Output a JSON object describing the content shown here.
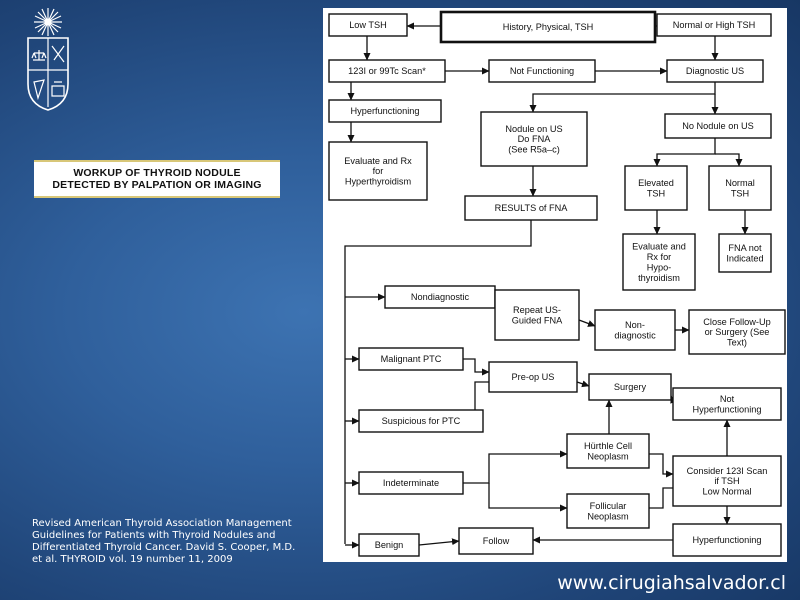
{
  "slide_title": [
    "WORKUP OF THYROID NODULE",
    "DETECTED BY PALPATION OR IMAGING"
  ],
  "reference_lines": [
    "Revised American Thyroid Association Management",
    "Guidelines for Patients with Thyroid Nodules and",
    "Differentiated Thyroid Cancer. David S. Cooper, M.D.",
    "et al. THYROID vol. 19 number 11, 2009"
  ],
  "website": "www.cirugiahsalvador.cl",
  "colors": {
    "background": "#2f5f9b",
    "title_border": "#d8c778",
    "panel": "#ffffff",
    "ink": "#111111"
  },
  "flowchart": {
    "nodes": [
      {
        "id": "history",
        "lines": [
          "History, Physical, TSH"
        ]
      },
      {
        "id": "low_tsh",
        "lines": [
          "Low TSH"
        ]
      },
      {
        "id": "normal_high_tsh",
        "lines": [
          "Normal or High TSH"
        ]
      },
      {
        "id": "scan",
        "lines": [
          "123I or 99Tc Scan*"
        ]
      },
      {
        "id": "not_functioning",
        "lines": [
          "Not Functioning"
        ]
      },
      {
        "id": "diagnostic_us",
        "lines": [
          "Diagnostic US"
        ]
      },
      {
        "id": "hyperfunctioning_top",
        "lines": [
          "Hyperfunctioning"
        ]
      },
      {
        "id": "nodule_on_us",
        "lines": [
          "Nodule on US",
          "Do FNA",
          "(See R5a–c)"
        ]
      },
      {
        "id": "no_nodule_on_us",
        "lines": [
          "No Nodule on US"
        ]
      },
      {
        "id": "evaluate_hyper",
        "lines": [
          "Evaluate and Rx",
          "for",
          "Hyperthyroidism"
        ]
      },
      {
        "id": "elevated_tsh",
        "lines": [
          "Elevated",
          "TSH"
        ]
      },
      {
        "id": "normal_tsh",
        "lines": [
          "Normal",
          "TSH"
        ]
      },
      {
        "id": "results_fna",
        "lines": [
          "RESULTS of FNA"
        ]
      },
      {
        "id": "evaluate_hypo",
        "lines": [
          "Evaluate and",
          "Rx for",
          "Hypo-",
          "thyroidism"
        ]
      },
      {
        "id": "fna_not_indicated",
        "lines": [
          "FNA not",
          "Indicated"
        ]
      },
      {
        "id": "nondiagnostic",
        "lines": [
          "Nondiagnostic"
        ]
      },
      {
        "id": "repeat_fna",
        "lines": [
          "Repeat US-",
          "Guided FNA"
        ]
      },
      {
        "id": "non_diagnostic",
        "lines": [
          "Non-",
          "diagnostic"
        ]
      },
      {
        "id": "close_followup",
        "lines": [
          "Close Follow-Up",
          "or Surgery (See",
          "Text)"
        ]
      },
      {
        "id": "malignant_ptc",
        "lines": [
          "Malignant PTC"
        ]
      },
      {
        "id": "preop_us",
        "lines": [
          "Pre-op US"
        ]
      },
      {
        "id": "surgery",
        "lines": [
          "Surgery"
        ]
      },
      {
        "id": "not_hyperfunctioning",
        "lines": [
          "Not",
          "Hyperfunctioning"
        ]
      },
      {
        "id": "suspicious_ptc",
        "lines": [
          "Suspicious for PTC"
        ]
      },
      {
        "id": "hurthle",
        "lines": [
          "Hürthle Cell",
          "Neoplasm"
        ]
      },
      {
        "id": "indeterminate",
        "lines": [
          "Indeterminate"
        ]
      },
      {
        "id": "consider_scan",
        "lines": [
          "Consider 123I Scan",
          "if TSH",
          "Low Normal"
        ]
      },
      {
        "id": "follicular",
        "lines": [
          "Follicular",
          "Neoplasm"
        ]
      },
      {
        "id": "benign",
        "lines": [
          "Benign"
        ]
      },
      {
        "id": "follow",
        "lines": [
          "Follow"
        ]
      },
      {
        "id": "hyperfunctioning_bottom",
        "lines": [
          "Hyperfunctioning"
        ]
      }
    ]
  }
}
